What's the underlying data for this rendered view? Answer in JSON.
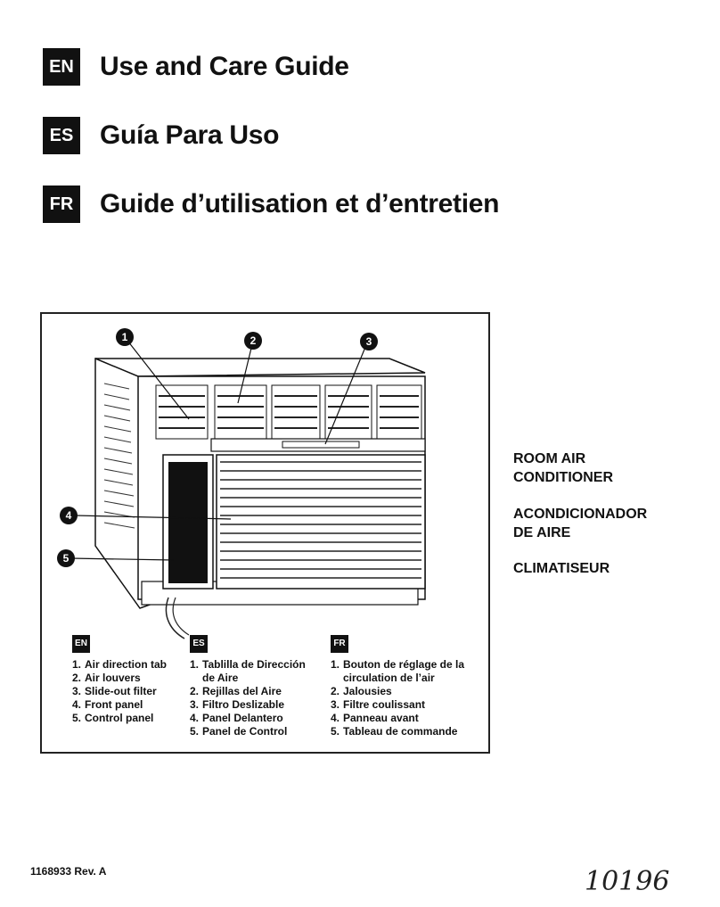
{
  "titles": [
    {
      "lang": "EN",
      "text": "Use and Care Guide"
    },
    {
      "lang": "ES",
      "text": "Guía Para Uso"
    },
    {
      "lang": "FR",
      "text": "Guide d’utilisation et d’entretien"
    }
  ],
  "callouts": [
    "1",
    "2",
    "3",
    "4",
    "5"
  ],
  "legends": [
    {
      "lang": "EN",
      "items": [
        "Air direction tab",
        "Air louvers",
        "Slide-out filter",
        "Front panel",
        "Control panel"
      ]
    },
    {
      "lang": "ES",
      "items": [
        "Tablilla de Dirección de Aire",
        "Rejillas del Aire",
        "Filtro Deslizable",
        "Panel Delantero",
        "Panel de Control"
      ]
    },
    {
      "lang": "FR",
      "items": [
        "Bouton de réglage de la circulation de l’air",
        "Jalousies",
        "Filtre coulissant",
        "Panneau avant",
        "Tableau de commande"
      ]
    }
  ],
  "product_labels": {
    "en_line1": "ROOM AIR",
    "en_line2": "CONDITIONER",
    "es_line1": "ACONDICIONADOR",
    "es_line2": "DE AIRE",
    "fr_line1": "CLIMATISEUR"
  },
  "footer": {
    "part_number": "1168933 Rev. A",
    "handwritten_note": "10196"
  }
}
